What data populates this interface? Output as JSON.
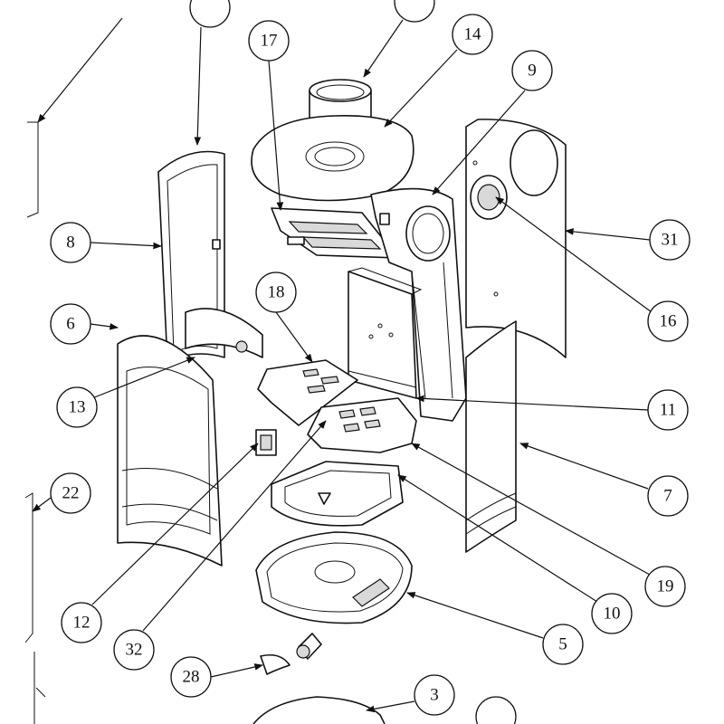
{
  "diagram": {
    "type": "exploded-parts-view",
    "callouts": [
      {
        "label": "17"
      },
      {
        "label": "14"
      },
      {
        "label": "9"
      },
      {
        "label": "8"
      },
      {
        "label": "31"
      },
      {
        "label": "18"
      },
      {
        "label": "6"
      },
      {
        "label": "16"
      },
      {
        "label": "13"
      },
      {
        "label": "11"
      },
      {
        "label": "7"
      },
      {
        "label": "22"
      },
      {
        "label": "19"
      },
      {
        "label": "12"
      },
      {
        "label": "10"
      },
      {
        "label": "32"
      },
      {
        "label": "5"
      },
      {
        "label": "28"
      },
      {
        "label": "3"
      },
      {
        "label": ""
      },
      {
        "label": ""
      },
      {
        "label": ""
      }
    ]
  }
}
